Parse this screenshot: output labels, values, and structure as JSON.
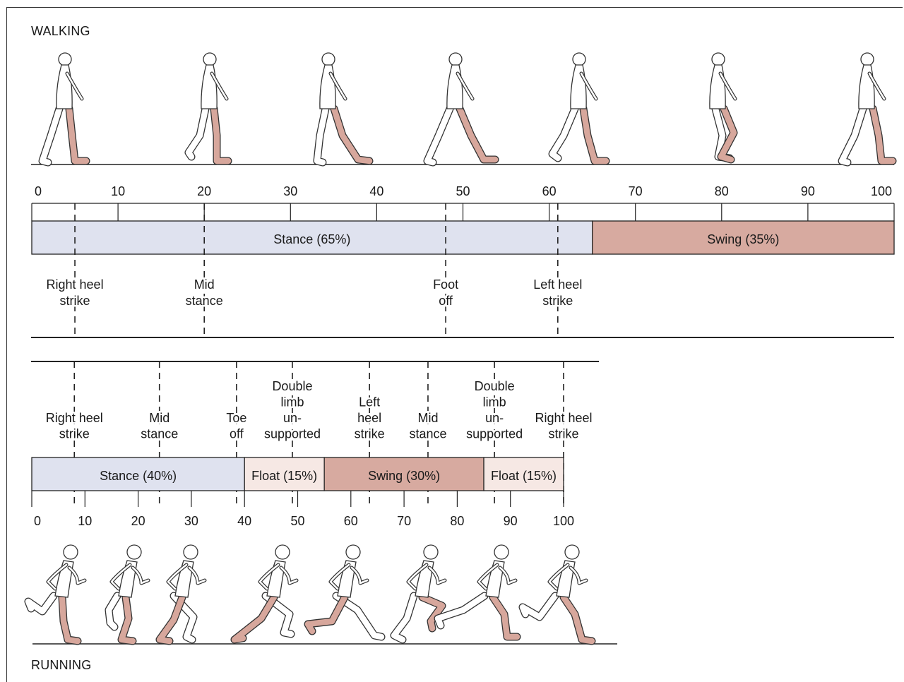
{
  "walking": {
    "title": "WALKING",
    "ticks": [
      "0",
      "10",
      "20",
      "30",
      "40",
      "50",
      "60",
      "70",
      "80",
      "90",
      "100"
    ],
    "phases": [
      {
        "label": "Stance (65%)",
        "start": 0,
        "end": 65,
        "color": "#dfe2ef"
      },
      {
        "label": "Swing (35%)",
        "start": 65,
        "end": 100,
        "color": "#d7aaa0"
      }
    ],
    "events": [
      {
        "lines": [
          "Right heel",
          "strike"
        ],
        "at": 5
      },
      {
        "lines": [
          "Mid",
          "stance"
        ],
        "at": 20
      },
      {
        "lines": [
          "Foot",
          "off"
        ],
        "at": 48
      },
      {
        "lines": [
          "Left heel",
          "strike"
        ],
        "at": 61
      }
    ]
  },
  "running": {
    "title": "RUNNING",
    "ticks": [
      "0",
      "10",
      "20",
      "30",
      "40",
      "50",
      "60",
      "70",
      "80",
      "90",
      "100"
    ],
    "phases": [
      {
        "label": "Stance (40%)",
        "start": 0,
        "end": 40,
        "color": "#dfe2ef"
      },
      {
        "label": "Float (15%)",
        "start": 40,
        "end": 55,
        "color": "#f6e8e4"
      },
      {
        "label": "Swing (30%)",
        "start": 55,
        "end": 85,
        "color": "#d7aaa0"
      },
      {
        "label": "Float (15%)",
        "start": 85,
        "end": 100,
        "color": "#f6e8e4"
      }
    ],
    "events": [
      {
        "lines": [
          "Right heel",
          "strike"
        ],
        "at": 8
      },
      {
        "lines": [
          "Mid",
          "stance"
        ],
        "at": 24
      },
      {
        "lines": [
          "Toe",
          "off"
        ],
        "at": 38.5
      },
      {
        "lines": [
          "Double",
          "limb",
          "un-",
          "supported"
        ],
        "at": 49
      },
      {
        "lines": [
          "Left",
          "heel",
          "strike"
        ],
        "at": 63.5
      },
      {
        "lines": [
          "Mid",
          "stance"
        ],
        "at": 74.5
      },
      {
        "lines": [
          "Double",
          "limb",
          "un-",
          "supported"
        ],
        "at": 87
      },
      {
        "lines": [
          "Right heel",
          "strike"
        ],
        "at": 100
      }
    ]
  },
  "colors": {
    "stance": "#dfe2ef",
    "swing": "#d7aaa0",
    "float": "#f6e8e4",
    "highlighted_leg": "#d7a79c",
    "line": "#222222"
  }
}
